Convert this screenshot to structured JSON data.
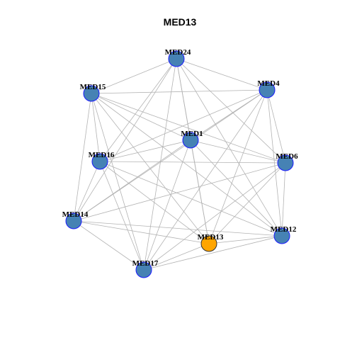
{
  "title": "MED13",
  "colors": {
    "node_fill": "#4682b4",
    "node_stroke": "#1a1aff",
    "highlight_fill": "#ffa500",
    "highlight_stroke": "#333333",
    "edge": "#b3b3b3"
  },
  "nodes": [
    {
      "id": "MED24",
      "label": "MED24",
      "highlight": false
    },
    {
      "id": "MED4",
      "label": "MED4",
      "highlight": false
    },
    {
      "id": "MED15",
      "label": "MED15",
      "highlight": false
    },
    {
      "id": "MED1",
      "label": "MED1",
      "highlight": false
    },
    {
      "id": "MED16",
      "label": "MED16",
      "highlight": false
    },
    {
      "id": "MED6",
      "label": "MED6",
      "highlight": false
    },
    {
      "id": "MED14",
      "label": "MED14",
      "highlight": false
    },
    {
      "id": "MED12",
      "label": "MED12",
      "highlight": false
    },
    {
      "id": "MED13",
      "label": "MED13",
      "highlight": true
    },
    {
      "id": "MED17",
      "label": "MED17",
      "highlight": false
    }
  ],
  "edges": [
    [
      "MED24",
      "MED4"
    ],
    [
      "MED24",
      "MED15"
    ],
    [
      "MED24",
      "MED1"
    ],
    [
      "MED24",
      "MED16"
    ],
    [
      "MED24",
      "MED6"
    ],
    [
      "MED24",
      "MED14"
    ],
    [
      "MED24",
      "MED12"
    ],
    [
      "MED24",
      "MED13"
    ],
    [
      "MED24",
      "MED17"
    ],
    [
      "MED4",
      "MED15"
    ],
    [
      "MED4",
      "MED1"
    ],
    [
      "MED4",
      "MED16"
    ],
    [
      "MED4",
      "MED6"
    ],
    [
      "MED4",
      "MED14"
    ],
    [
      "MED4",
      "MED12"
    ],
    [
      "MED4",
      "MED13"
    ],
    [
      "MED4",
      "MED17"
    ],
    [
      "MED15",
      "MED1"
    ],
    [
      "MED15",
      "MED16"
    ],
    [
      "MED15",
      "MED6"
    ],
    [
      "MED15",
      "MED14"
    ],
    [
      "MED15",
      "MED12"
    ],
    [
      "MED15",
      "MED13"
    ],
    [
      "MED15",
      "MED17"
    ],
    [
      "MED1",
      "MED16"
    ],
    [
      "MED1",
      "MED6"
    ],
    [
      "MED1",
      "MED14"
    ],
    [
      "MED1",
      "MED12"
    ],
    [
      "MED1",
      "MED13"
    ],
    [
      "MED1",
      "MED17"
    ],
    [
      "MED16",
      "MED6"
    ],
    [
      "MED16",
      "MED14"
    ],
    [
      "MED16",
      "MED12"
    ],
    [
      "MED16",
      "MED13"
    ],
    [
      "MED16",
      "MED17"
    ],
    [
      "MED6",
      "MED14"
    ],
    [
      "MED6",
      "MED12"
    ],
    [
      "MED6",
      "MED13"
    ],
    [
      "MED6",
      "MED17"
    ],
    [
      "MED14",
      "MED12"
    ],
    [
      "MED14",
      "MED13"
    ],
    [
      "MED14",
      "MED17"
    ],
    [
      "MED12",
      "MED13"
    ],
    [
      "MED12",
      "MED17"
    ],
    [
      "MED13",
      "MED17"
    ]
  ]
}
